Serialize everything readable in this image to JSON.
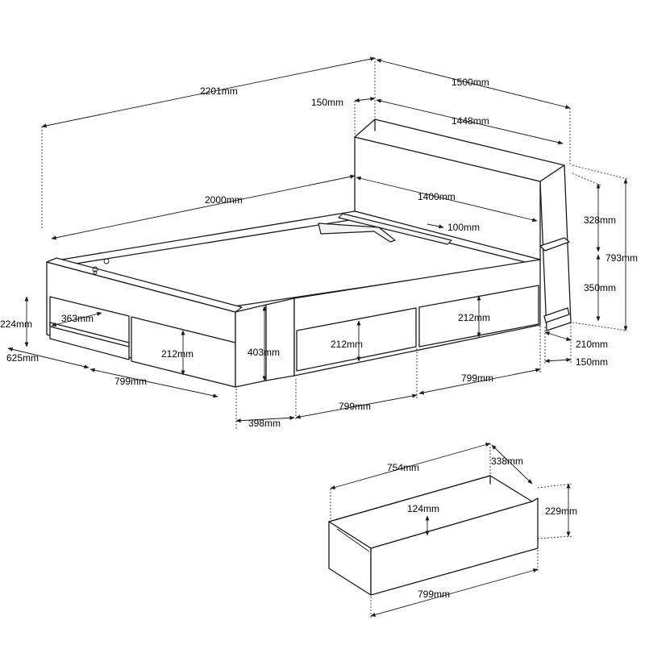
{
  "bed": {
    "overall_length": "2201mm",
    "overall_width": "1500mm",
    "headboard_depth": "150mm",
    "headboard_width": "1448mm",
    "frame_length": "2000mm",
    "frame_width": "1400mm",
    "shelf_width": "100mm",
    "upper_shelf_height": "328mm",
    "total_height": "793mm",
    "lower_shelf_height": "350mm",
    "base_shelf_height": "210mm",
    "side_depth": "150mm",
    "front_height": "224mm",
    "front_depth": "625mm",
    "open_compartment_height": "363mm",
    "side_frame_height": "403mm",
    "drawer_front_height_left": "212mm",
    "drawer_front_height_middle": "212mm",
    "drawer_front_height_right": "212mm",
    "drawer_width_left": "799mm",
    "drawer_width_middle": "799mm",
    "drawer_width_right": "799mm",
    "leg_offset": "398mm"
  },
  "drawer": {
    "inner_width": "754mm",
    "depth": "338mm",
    "inner_height": "124mm",
    "front_height": "229mm",
    "front_width": "799mm"
  },
  "colors": {
    "line": "#1a1a1a",
    "background": "#ffffff"
  }
}
